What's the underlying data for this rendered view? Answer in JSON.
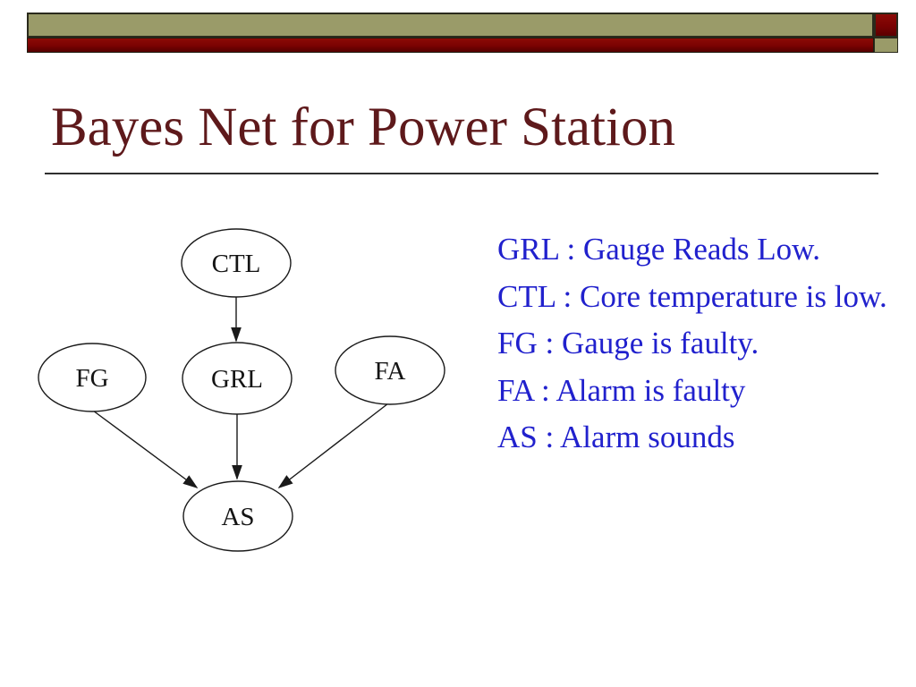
{
  "slide": {
    "title": "Bayes Net for Power Station"
  },
  "header_bars": {
    "olive_color": "#9a9b69",
    "maroon_color": "#7a0202",
    "border_color": "#2a2a1c"
  },
  "title_color": "#5e191b",
  "legend": {
    "text_color": "#2121cd",
    "items": [
      "GRL : Gauge Reads Low.",
      "CTL : Core temperature is low.",
      "FG : Gauge is faulty.",
      "FA : Alarm is faulty",
      "AS : Alarm sounds"
    ]
  },
  "diagram": {
    "type": "bayes-network",
    "nodes": [
      {
        "id": "CTL",
        "label": "CTL"
      },
      {
        "id": "GRL",
        "label": "GRL"
      },
      {
        "id": "FG",
        "label": "FG"
      },
      {
        "id": "FA",
        "label": "FA"
      },
      {
        "id": "AS",
        "label": "AS"
      }
    ],
    "edges": [
      {
        "from": "CTL",
        "to": "GRL"
      },
      {
        "from": "GRL",
        "to": "AS"
      },
      {
        "from": "FG",
        "to": "AS"
      },
      {
        "from": "FA",
        "to": "AS"
      }
    ]
  }
}
